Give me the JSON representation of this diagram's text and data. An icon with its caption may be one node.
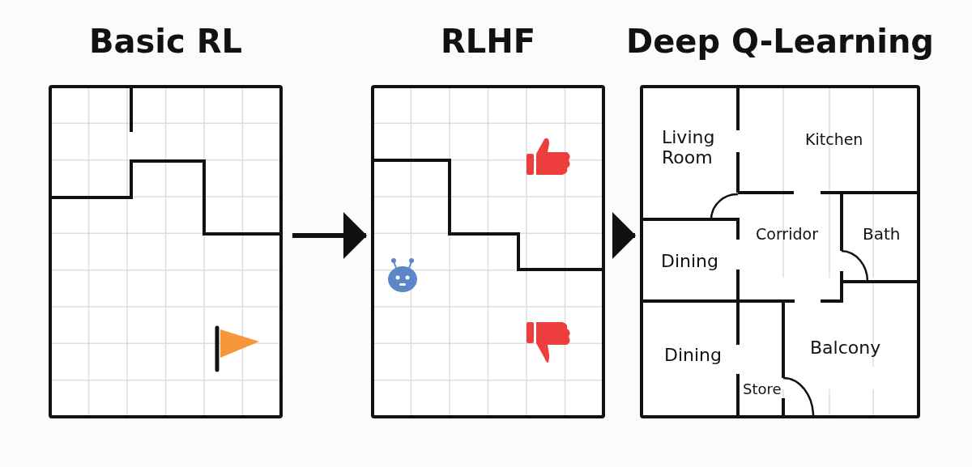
{
  "diagram": {
    "nodes": [
      {
        "text": [
          "Basic RL"
        ]
      },
      {
        "text": [
          "RLHF"
        ]
      },
      {
        "text": [
          "Deep Q-Learning"
        ]
      },
      {
        "text": [
          "Living Room"
        ],
        "in": 2
      },
      {
        "text": [
          "Kitchen"
        ],
        "in": 2
      },
      {
        "text": [
          "Corridor"
        ],
        "in": 2
      },
      {
        "text": [
          "Bath"
        ],
        "in": 2
      },
      {
        "text": [
          "Dining"
        ],
        "in": 2
      },
      {
        "text": [
          "Dining"
        ],
        "in": 2
      },
      {
        "text": [
          "Balcony"
        ],
        "in": 2
      },
      {
        "text": [
          "Store"
        ],
        "in": 2
      }
    ],
    "edges": [
      {
        "from": 0,
        "to": 1,
        "arrow": "to"
      },
      {
        "from": 1,
        "to": 2,
        "arrow": "to"
      }
    ]
  }
}
